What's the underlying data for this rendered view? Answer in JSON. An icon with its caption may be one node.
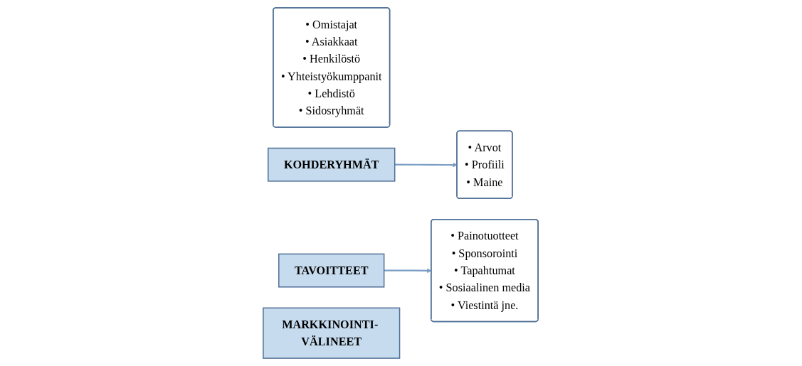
{
  "diagram": {
    "nodes": [
      {
        "text": [
          "• Omistajat",
          "• Asiakkaat",
          "• Henkilöstö",
          "• Yhteistyökumppanit",
          "• Lehdistö",
          "• Sidosryhmät"
        ]
      },
      {
        "text": [
          "KOHDERYHMÄT"
        ]
      },
      {
        "text": [
          "TAVOITTEET"
        ]
      },
      {
        "text": [
          "• Arvot",
          "• Profiili",
          "• Maine"
        ]
      },
      {
        "text": [
          "• Painotuotteet",
          "• Sponsorointi",
          "• Tapahtumat",
          "• Sosiaalinen media",
          "• Viestintä jne."
        ]
      },
      {
        "text": [
          "MARKKINOINTI- VÄLINEET"
        ]
      }
    ],
    "edges": [
      {
        "from": 1,
        "to": 3,
        "arrow": "to"
      },
      {
        "from": 2,
        "to": 4,
        "arrow": "to"
      }
    ]
  }
}
